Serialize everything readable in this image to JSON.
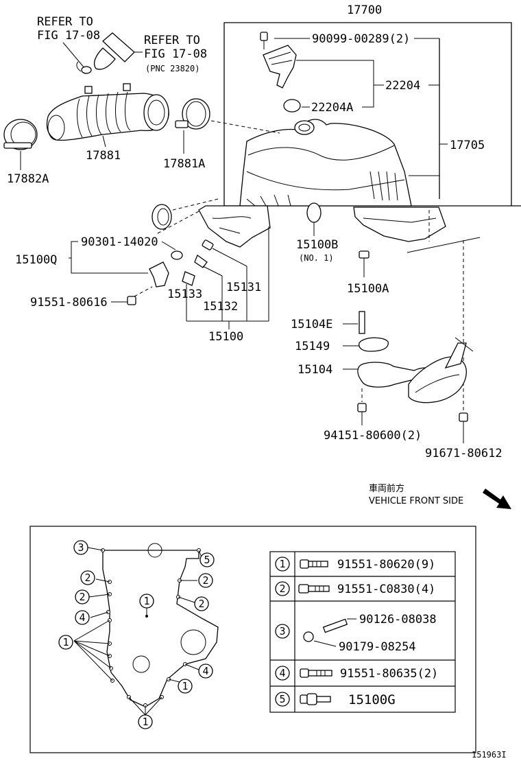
{
  "diagram_id": "151963I",
  "refer_notes": {
    "refer1_line1": "REFER TO",
    "refer1_line2": "FIG 17-08",
    "refer2_line1": "REFER TO",
    "refer2_line2": "FIG 17-08",
    "refer2_pnc": "(PNC 23820)"
  },
  "part_labels": {
    "p17700": "17700",
    "p90099": "90099-00289(2)",
    "p22204": "22204",
    "p22204A": "22204A",
    "p17705": "17705",
    "p17881": "17881",
    "p17881A": "17881A",
    "p17882A": "17882A",
    "p90301": "90301-14020",
    "p15100Q": "15100Q",
    "p15100B": "15100B",
    "p15100B_note": "(NO. 1)",
    "p15100A": "15100A",
    "p91551_616": "91551-80616",
    "p15131": "15131",
    "p15133": "15133",
    "p15132": "15132",
    "p15100": "15100",
    "p15104E": "15104E",
    "p15149": "15149",
    "p15104": "15104",
    "p94151": "94151-80600(2)",
    "p91671": "91671-80612"
  },
  "direction": {
    "jp": "車両前方",
    "en": "VEHICLE FRONT SIDE"
  },
  "legend": [
    {
      "num": "1",
      "parts": [
        "91551-80620(9)"
      ]
    },
    {
      "num": "2",
      "parts": [
        "91551-C0830(4)"
      ]
    },
    {
      "num": "3",
      "parts": [
        "90126-08038",
        "90179-08254"
      ]
    },
    {
      "num": "4",
      "parts": [
        "91551-80635(2)"
      ]
    },
    {
      "num": "5",
      "parts": [
        "15100G"
      ]
    }
  ],
  "callouts": [
    "3",
    "2",
    "2",
    "4",
    "1",
    "1",
    "5",
    "2",
    "2",
    "4",
    "1",
    "1"
  ]
}
